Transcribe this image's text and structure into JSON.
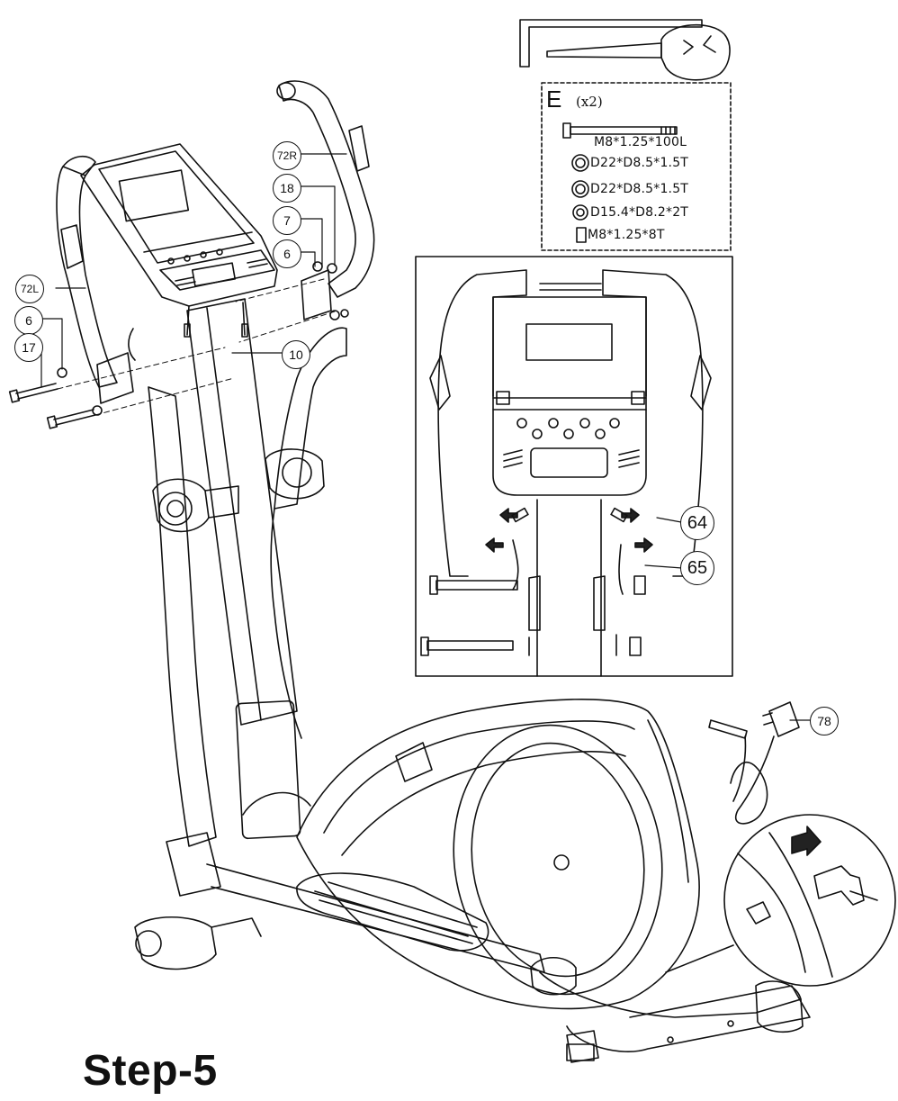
{
  "step_label": "Step-5",
  "hardware_kit": {
    "letter": "E",
    "quantity": "(x2)",
    "items": [
      {
        "label": "M8*1.25*100L",
        "icon": "bolt-icon"
      },
      {
        "label": "D22*D8.5*1.5T",
        "icon": "washer-icon"
      },
      {
        "label": "D22*D8.5*1.5T",
        "icon": "washer-icon"
      },
      {
        "label": "D15.4*D8.2*2T",
        "icon": "washer-icon"
      },
      {
        "label": "M8*1.25*8T",
        "icon": "nut-icon"
      }
    ]
  },
  "callouts": {
    "handlebar_right": "72R",
    "part_18": "18",
    "part_7": "7",
    "part_6_right": "6",
    "handlebar_left": "72L",
    "part_6_left": "6",
    "part_17": "17",
    "part_10": "10",
    "part_64": "64",
    "part_65": "65",
    "part_78": "78"
  },
  "tools": [
    "allen-key-icon",
    "combination-wrench-icon"
  ],
  "colors": {
    "line": "#111111",
    "background": "#ffffff",
    "arrow": "#222222"
  }
}
